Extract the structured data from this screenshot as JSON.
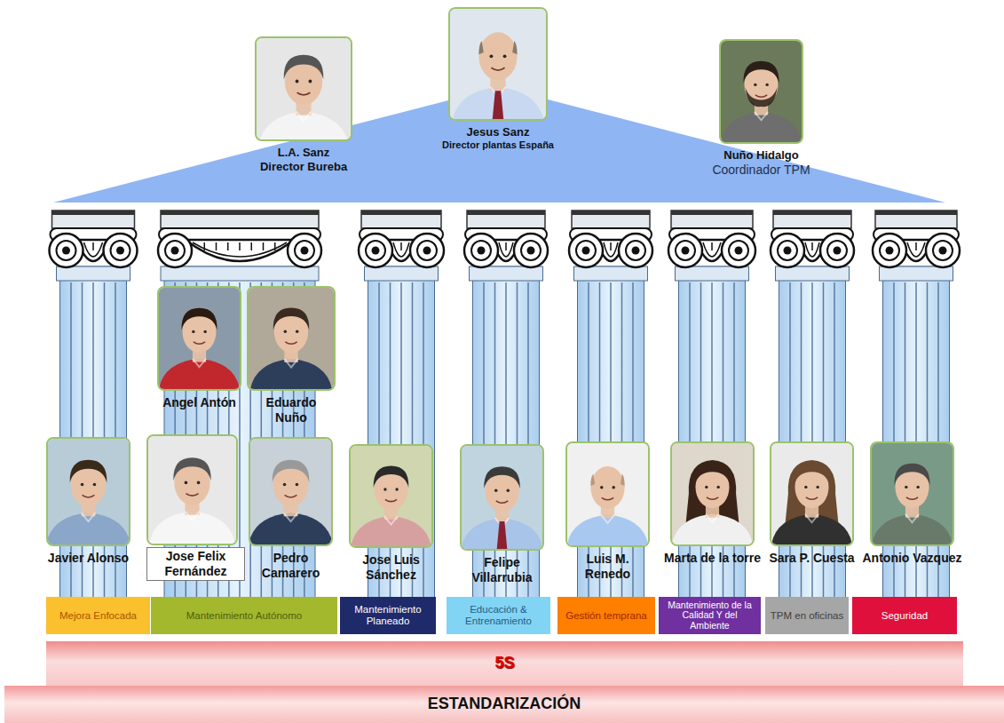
{
  "diagram": {
    "nodes": [
      {
        "text": [
          "L.A. Sanz",
          "Director Bureba"
        ]
      },
      {
        "text": [
          "Jesus Sanz",
          "Director plantas España"
        ]
      },
      {
        "text": [
          "Nuño Hidalgo",
          "Coordinador TPM"
        ]
      },
      {
        "text": [
          "Angel Antón"
        ]
      },
      {
        "text": [
          "Eduardo Nuño"
        ]
      },
      {
        "text": [
          "Javier Alonso"
        ]
      },
      {
        "text": [
          "Jose Felix Fernández"
        ]
      },
      {
        "text": [
          "Pedro Camarero"
        ]
      },
      {
        "text": [
          "Jose Luis Sánchez"
        ]
      },
      {
        "text": [
          "Felipe Villarrubia"
        ]
      },
      {
        "text": [
          "Luis M. Renedo"
        ]
      },
      {
        "text": [
          "Marta de la torre"
        ]
      },
      {
        "text": [
          "Sara P. Cuesta"
        ]
      },
      {
        "text": [
          "Antonio Vazquez"
        ]
      },
      {
        "text": [
          "Mejora Enfocada"
        ]
      },
      {
        "text": [
          "Mantenimiento Autónomo"
        ]
      },
      {
        "text": [
          "Mantenimiento Planeado"
        ]
      },
      {
        "text": [
          "Educación & Entrenamiento"
        ]
      },
      {
        "text": [
          "Gestión temprana"
        ]
      },
      {
        "text": [
          "Mantenimiento de la Calidad Y del Ambiente"
        ]
      },
      {
        "text": [
          "TPM en oficinas"
        ]
      },
      {
        "text": [
          "Seguridad"
        ]
      },
      {
        "text": [
          "5S"
        ]
      },
      {
        "text": [
          "ESTANDARIZACIÓN"
        ]
      }
    ]
  }
}
